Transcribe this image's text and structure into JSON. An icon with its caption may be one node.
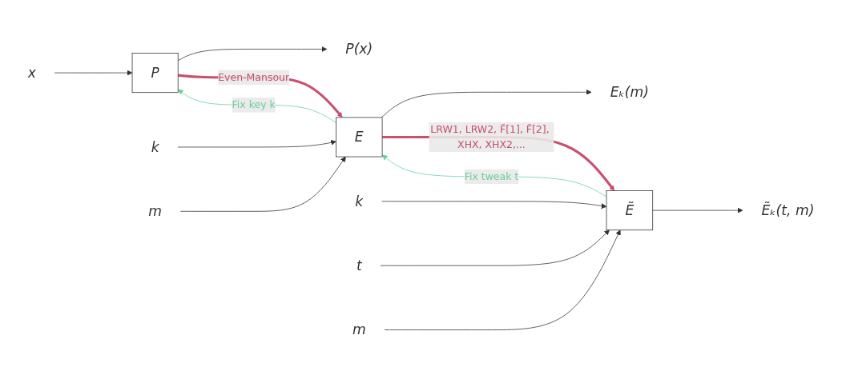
{
  "diagram": {
    "nodes": [
      {
        "text": [
          "x"
        ]
      },
      {
        "text": [
          "P"
        ]
      },
      {
        "text": [
          "P(x)"
        ]
      },
      {
        "text": [
          "k"
        ]
      },
      {
        "text": [
          "m"
        ]
      },
      {
        "text": [
          "E"
        ]
      },
      {
        "text": [
          "Eₖ(m)"
        ]
      },
      {
        "text": [
          "k"
        ]
      },
      {
        "text": [
          "t"
        ]
      },
      {
        "text": [
          "m"
        ]
      },
      {
        "text": [
          "Ẽ"
        ]
      },
      {
        "text": [
          "Ẽₖ(t, m)"
        ]
      }
    ],
    "edges": [
      {
        "from": 0,
        "to": 1,
        "arrow": "to"
      },
      {
        "from": 1,
        "to": 2,
        "arrow": "to"
      },
      {
        "from": 1,
        "to": 5,
        "arrow": "to",
        "label": "Even-Mansour",
        "style": "thick",
        "color": "#c9506e"
      },
      {
        "from": 5,
        "to": 1,
        "arrow": "to",
        "label": "Fix key k",
        "color": "#6ccf9c"
      },
      {
        "from": 3,
        "to": 5,
        "arrow": "to"
      },
      {
        "from": 4,
        "to": 5,
        "arrow": "to"
      },
      {
        "from": 5,
        "to": 6,
        "arrow": "to"
      },
      {
        "from": 5,
        "to": 10,
        "arrow": "to",
        "label": "LRW1, LRW2, F̃[1], F̃[2], XHX, XHX2,...",
        "style": "thick",
        "color": "#c9506e"
      },
      {
        "from": 10,
        "to": 5,
        "arrow": "to",
        "label": "Fix tweak t",
        "color": "#6ccf9c"
      },
      {
        "from": 7,
        "to": 10,
        "arrow": "to"
      },
      {
        "from": 8,
        "to": 10,
        "arrow": "to"
      },
      {
        "from": 9,
        "to": 10,
        "arrow": "to"
      },
      {
        "from": 10,
        "to": 11,
        "arrow": "to"
      }
    ]
  }
}
